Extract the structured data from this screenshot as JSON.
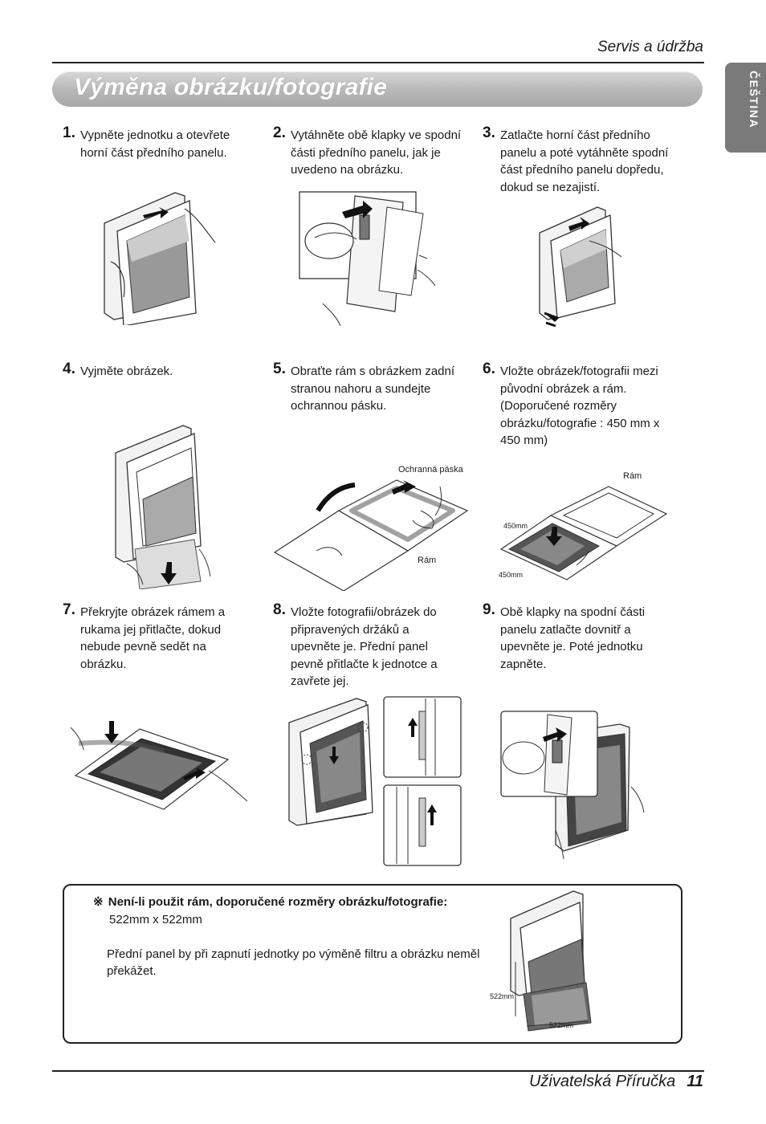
{
  "header": {
    "section": "Servis a údržba"
  },
  "title": "Výměna obrázku/fotografie",
  "language_tab": "ČEŠTINA",
  "steps": [
    {
      "num": "1.",
      "text": "Vypněte jednotku a otevřete horní část předního panelu."
    },
    {
      "num": "2.",
      "text": "Vytáhněte obě klapky ve spodní části předního panelu, jak je uvedeno na obrázku."
    },
    {
      "num": "3.",
      "text": "Zatlačte horní část předního panelu a poté vytáhněte spodní část předního panelu dopředu, dokud se nezajistí."
    },
    {
      "num": "4.",
      "text": "Vyjměte obrázek."
    },
    {
      "num": "5.",
      "text": "Obraťte rám s obrázkem zadní stranou nahoru a sundejte ochrannou pásku."
    },
    {
      "num": "6.",
      "text": "Vložte obrázek/fotografii mezi původní obrázek a rám. (Doporučené rozměry obrázku/fotografie : 450 mm x 450 mm)"
    },
    {
      "num": "7.",
      "text": "Překryjte obrázek rámem a rukama jej přitlačte, dokud nebude pevně sedět na obrázku."
    },
    {
      "num": "8.",
      "text": "Vložte fotografii/obrázek do připravených držáků a upevněte je. Přední panel pevně přitlačte k jednotce a zavřete jej."
    },
    {
      "num": "9.",
      "text": "Obě klapky na spodní části panelu zatlačte dovnitř a upevněte je. Poté jednotku zapněte."
    }
  ],
  "captions": {
    "protective_tape": "Ochranná páska",
    "frame_5": "Rám",
    "frame_6": "Rám",
    "dim_450_a": "450mm",
    "dim_450_b": "450mm",
    "dim_522_a": "522mm",
    "dim_522_b": "522mm"
  },
  "note": {
    "symbol": "※",
    "title": "Není-li použit rám, doporučené rozměry obrázku/fotografie:",
    "size": "522mm x 522mm",
    "text": "Přední panel by při zapnutí jednotky po výměně filtru a obrázku neměl překážet."
  },
  "footer": {
    "manual": "Uživatelská Příručka",
    "page": "11"
  }
}
